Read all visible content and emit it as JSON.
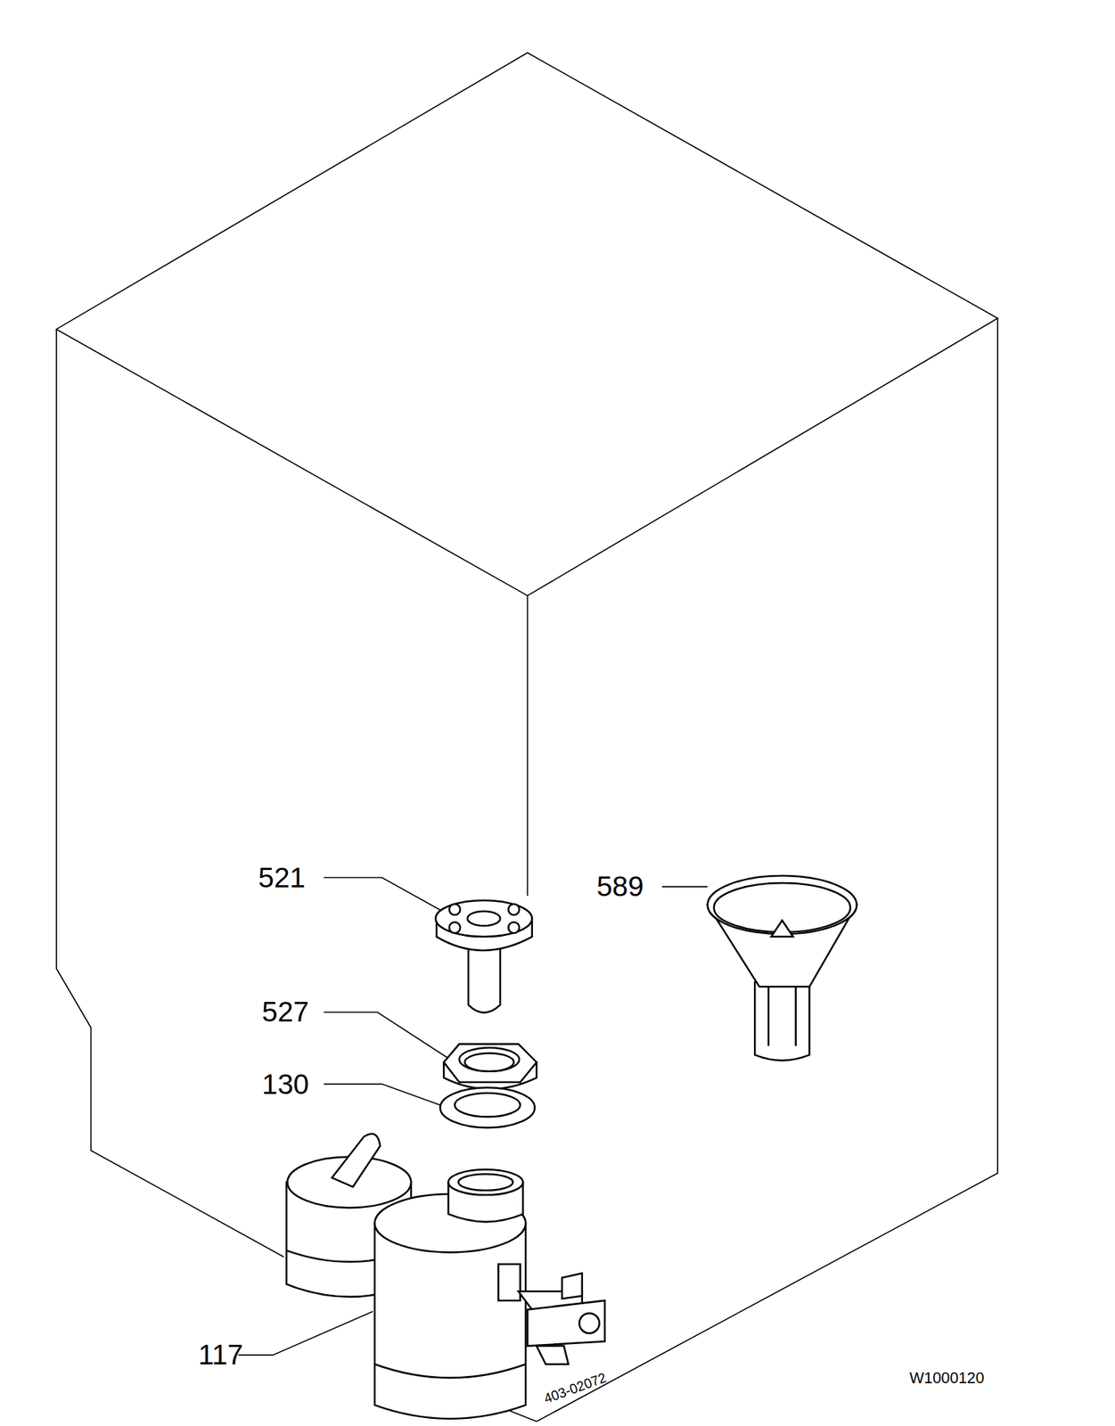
{
  "diagram": {
    "labels": [
      "521",
      "527",
      "130",
      "117",
      "589",
      "403-02072",
      "W1000120"
    ]
  }
}
